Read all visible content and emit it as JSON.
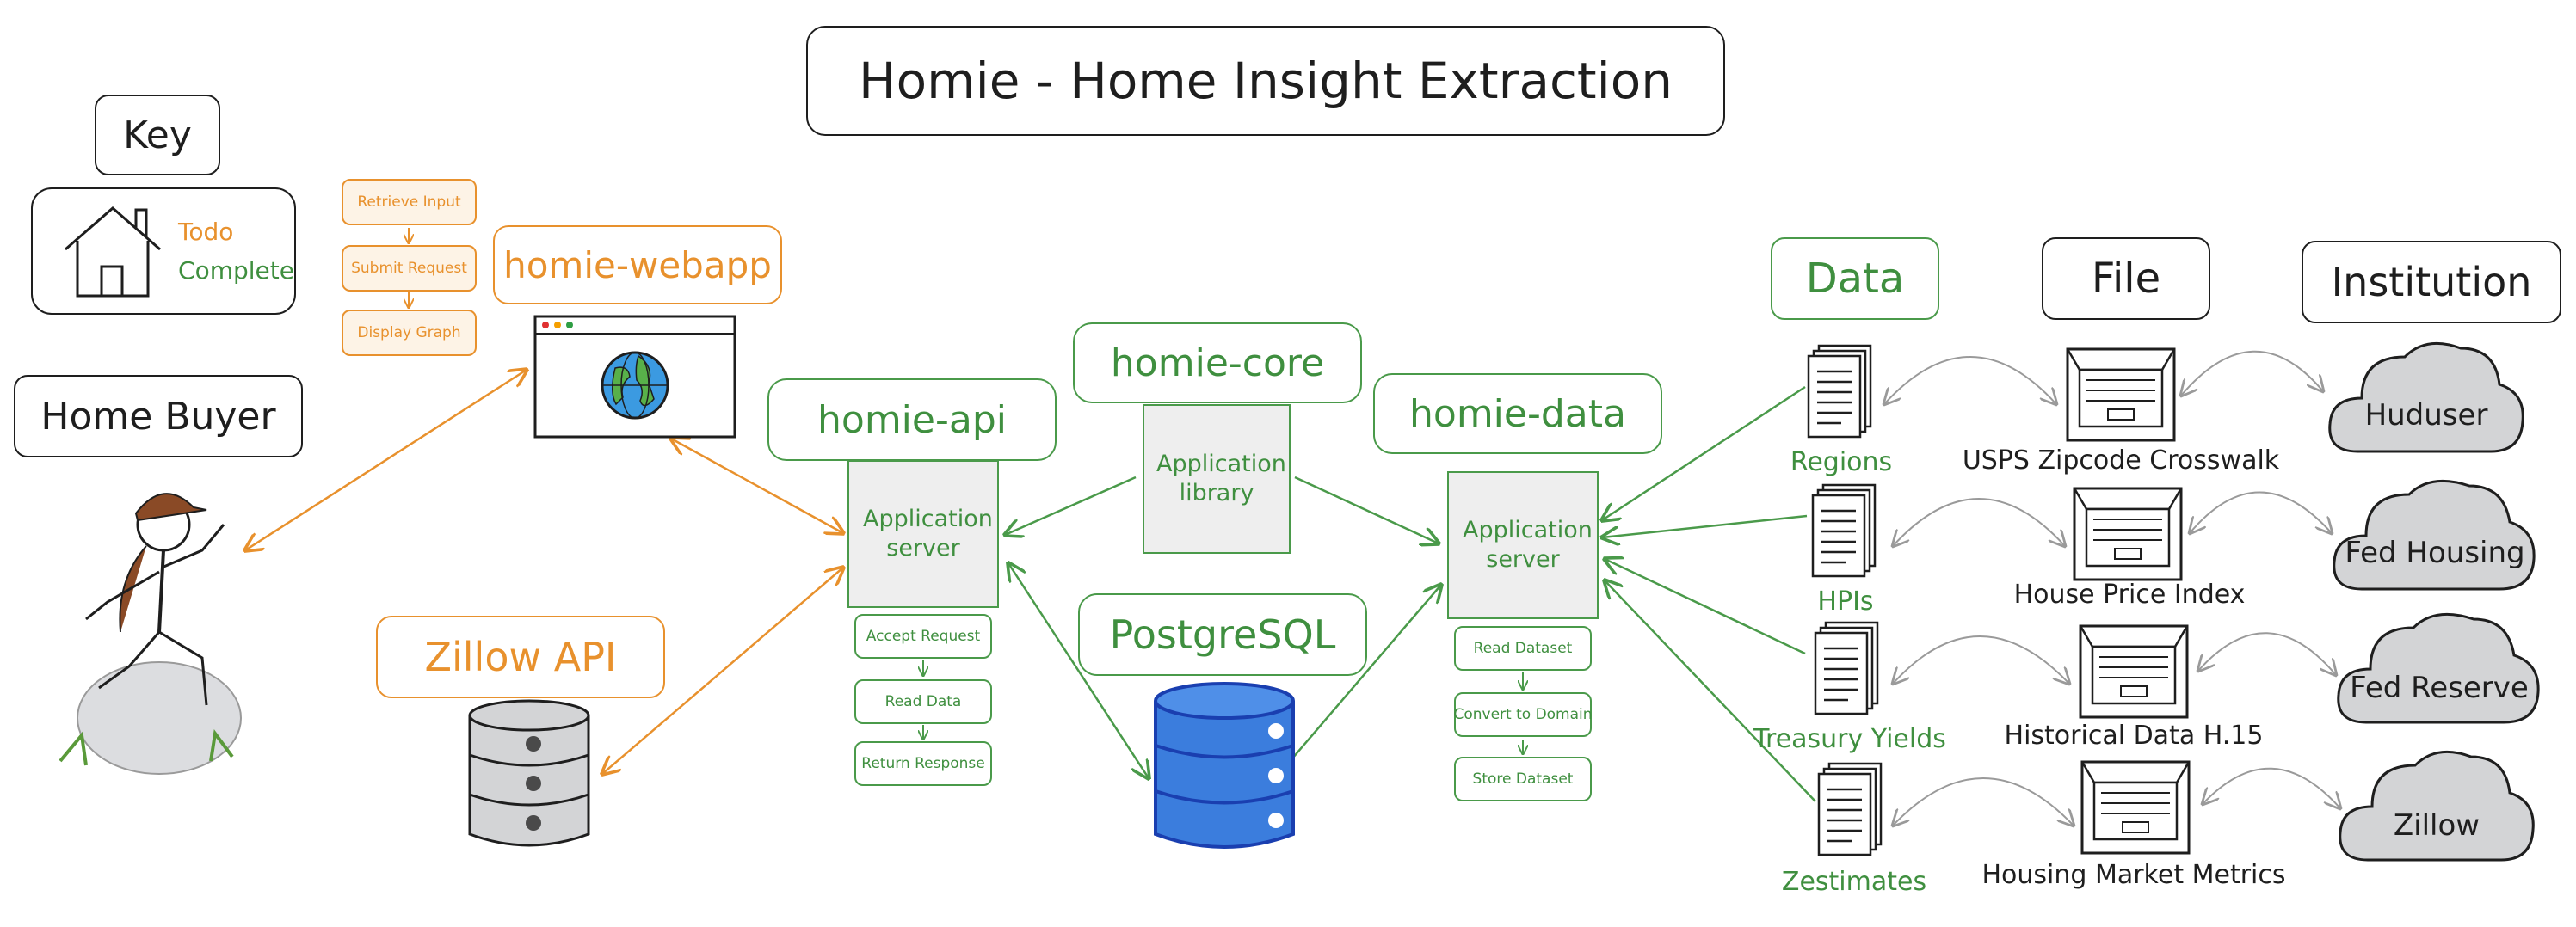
{
  "title": "Homie - Home Insight Extraction",
  "key": {
    "heading": "Key",
    "todo_label": "Todo",
    "complete_label": "Complete",
    "todo_color": "#e8912d",
    "complete_color": "#3f8f3f"
  },
  "actor": {
    "label": "Home Buyer"
  },
  "webapp": {
    "label": "homie-webapp",
    "steps": [
      "Retrieve Input",
      "Submit Request",
      "Display Graph"
    ]
  },
  "zillow_api": {
    "label": "Zillow API"
  },
  "api": {
    "label": "homie-api",
    "server": "Application server",
    "steps": [
      "Accept Request",
      "Read Data",
      "Return Response"
    ]
  },
  "core": {
    "label": "homie-core",
    "library": "Application library"
  },
  "postgres": {
    "label": "PostgreSQL"
  },
  "data_service": {
    "label": "homie-data",
    "server": "Application server",
    "steps": [
      "Read Dataset",
      "Convert to Domain",
      "Store Dataset"
    ]
  },
  "columns": {
    "data": "Data",
    "file": "File",
    "institution": "Institution"
  },
  "datasets": [
    "Regions",
    "HPIs",
    "Treasury Yields",
    "Zestimates"
  ],
  "files": [
    "USPS Zipcode Crosswalk",
    "House Price Index",
    "Historical Data H.15",
    "Housing Market Metrics"
  ],
  "institutions": [
    "Huduser",
    "Fed Housing",
    "Fed Reserve",
    "Zillow"
  ],
  "colors": {
    "todo": "#e8912d",
    "complete": "#4a9a4a",
    "database_blue": "#3b7ddd",
    "ink": "#1e1e1e"
  },
  "icons": [
    "house-icon",
    "hiker-icon",
    "globe-icon",
    "browser-window-icon",
    "database-icon",
    "document-icon",
    "file-cabinet-icon",
    "cloud-icon"
  ]
}
